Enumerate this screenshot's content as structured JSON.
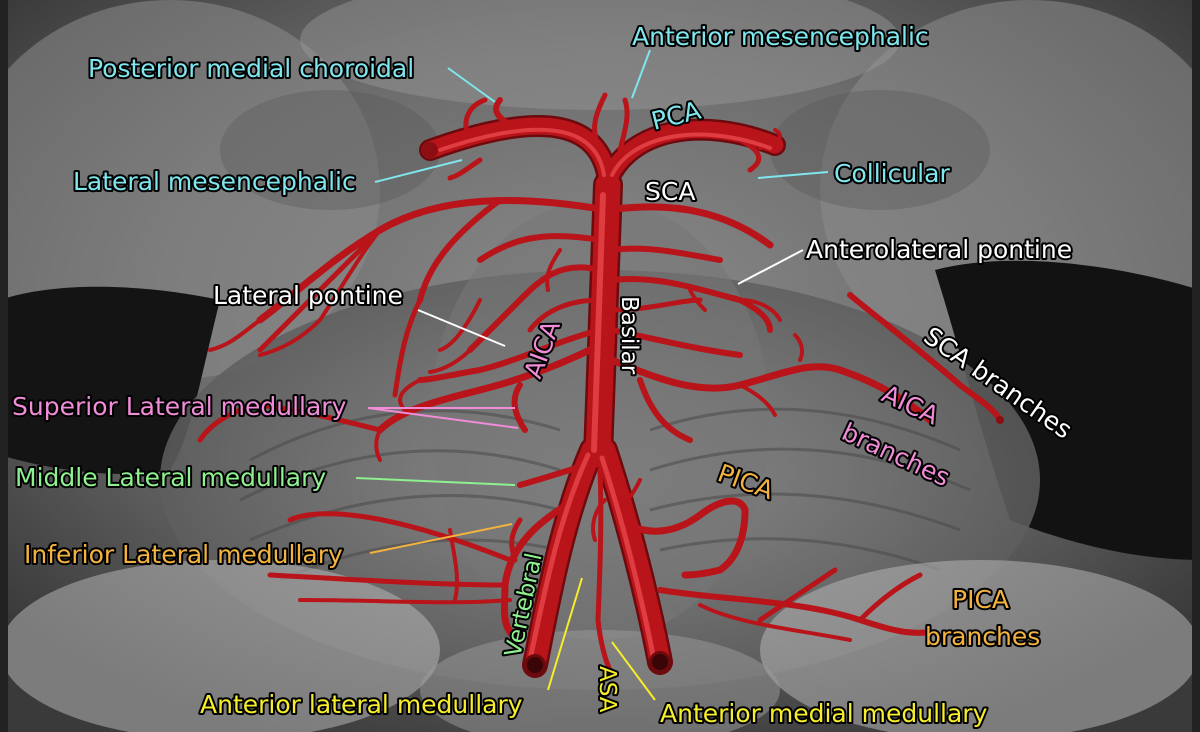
{
  "colors": {
    "cyan": "#7fe6ee",
    "white": "#ffffff",
    "pink": "#f08cd8",
    "green": "#8ef08e",
    "orange": "#f4b23e",
    "yellow": "#f6ee2a",
    "artery": "#b8141a",
    "artery_dark": "#6d0a0e",
    "artery_highlight": "#e8474b",
    "background_gray": "#6f6f6f"
  },
  "labels": {
    "posterior_medial_choroidal": "Posterior medial choroidal",
    "anterior_mesencephalic": "Anterior mesencephalic",
    "pca": "PCA",
    "lateral_mesencephalic": "Lateral mesencephalic",
    "collicular": "Collicular",
    "sca": "SCA",
    "anterolateral_pontine": "Anterolateral pontine",
    "lateral_pontine": "Lateral pontine",
    "basilar": "Basilar",
    "aica": "AICA",
    "sca_branches": "SCA branches",
    "superior_lateral_medullary": "Superior Lateral medullary",
    "aica_branches_line1": "AICA",
    "aica_branches_line2": "branches",
    "middle_lateral_medullary": "Middle Lateral medullary",
    "pica": "PICA",
    "inferior_lateral_medullary": "Inferior Lateral medullary",
    "vertebral": "Vertebral",
    "pica_branches_line1": "PICA",
    "pica_branches_line2": "branches",
    "asa": "ASA",
    "anterior_lateral_medullary": "Anterior lateral medullary",
    "anterior_medial_medullary": "Anterior medial medullary"
  }
}
